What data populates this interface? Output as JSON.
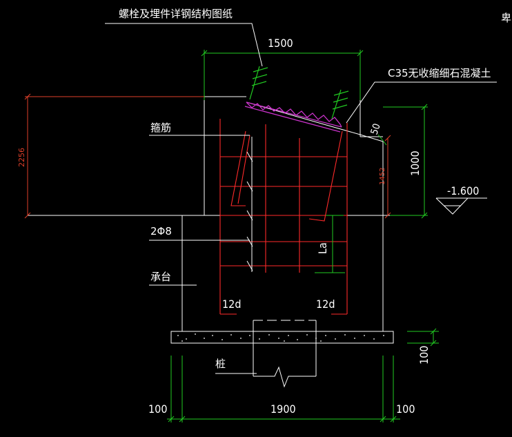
{
  "labels": {
    "bolt_note": "螺栓及埋件详钢结构图纸",
    "concrete_note": "C35无收缩细石混凝土",
    "stirrup": "箍筋",
    "rebar": "2Φ8",
    "pile_cap": "承台",
    "pile": "桩",
    "corner_char": "卑"
  },
  "dimensions": {
    "top_width": "1500",
    "grout_thickness": "50",
    "right_height": "1000",
    "elevation": "-1.600",
    "left_height": "2256",
    "inner_height": "1452",
    "anchorage_length": "La",
    "hook_left": "12d",
    "hook_right": "12d",
    "cushion_thickness": "100",
    "left_offset": "100",
    "base_width": "1900",
    "right_offset": "100"
  },
  "colors": {
    "background": "#000000",
    "outline": "#ffffff",
    "rebar": "#ff2a2a",
    "dimension": "#22cc22",
    "grout": "#cc33cc",
    "red_dimension": "#e0402a"
  }
}
